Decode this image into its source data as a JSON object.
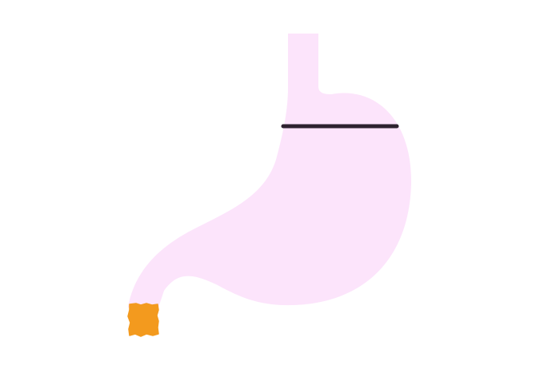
{
  "diagram": {
    "colors": {
      "background": "#ffffff",
      "stomach_fill": "#fce4fb",
      "section_line": "#2e2230",
      "pylorus_marker": "#f39a1e"
    },
    "parts": [
      "esophagus",
      "stomach",
      "duodenum",
      "section-line",
      "pylorus-marker"
    ]
  }
}
